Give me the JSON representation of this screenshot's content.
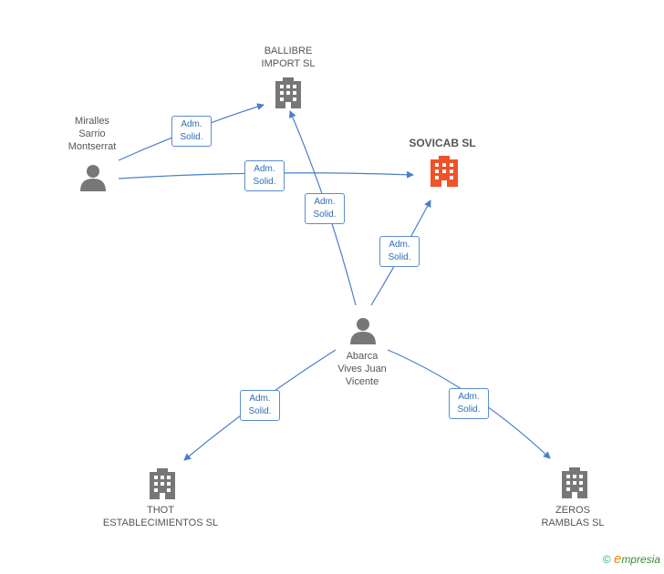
{
  "colors": {
    "edge": "#4a7fc9",
    "building": "#777777",
    "building_highlight": "#f0522a",
    "person": "#777777"
  },
  "nodes": {
    "ballibre": {
      "label": "BALLIBRE\nIMPORT SL",
      "icon": "building-icon"
    },
    "sovicab": {
      "label": "SOVICAB SL",
      "icon": "building-icon"
    },
    "miralles": {
      "label": "Miralles\nSarrio\nMontserrat",
      "icon": "person-icon"
    },
    "abarca": {
      "label": "Abarca\nVives Juan\nVicente",
      "icon": "person-icon"
    },
    "thot": {
      "label": "THOT\nESTABLECIMIENTOS SL",
      "icon": "building-icon"
    },
    "zeros": {
      "label": "ZEROS\nRAMBLAS SL",
      "icon": "building-icon"
    }
  },
  "edges": [
    {
      "from": "miralles",
      "to": "ballibre",
      "line1": "Adm.",
      "line2": "Solid."
    },
    {
      "from": "miralles",
      "to": "sovicab",
      "line1": "Adm.",
      "line2": "Solid."
    },
    {
      "from": "abarca",
      "to": "ballibre",
      "line1": "Adm.",
      "line2": "Solid."
    },
    {
      "from": "abarca",
      "to": "sovicab",
      "line1": "Adm.",
      "line2": "Solid."
    },
    {
      "from": "abarca",
      "to": "thot",
      "line1": "Adm.",
      "line2": "Solid."
    },
    {
      "from": "abarca",
      "to": "zeros",
      "line1": "Adm.",
      "line2": "Solid."
    }
  ],
  "footer": {
    "copyright": "©",
    "brand_e": "e",
    "brand_rest": "mpresia"
  }
}
